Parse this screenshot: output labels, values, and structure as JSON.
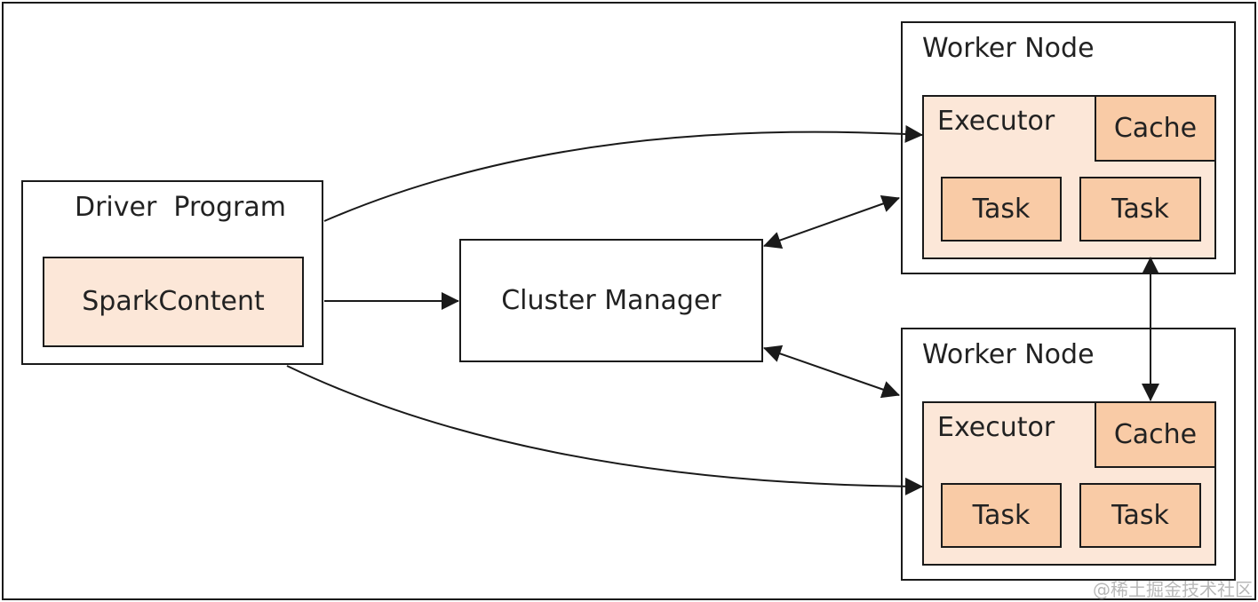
{
  "driver": {
    "title": "Driver  Program",
    "context_label": "SparkContent"
  },
  "cluster_manager": {
    "label": "Cluster Manager"
  },
  "workers": [
    {
      "title": "Worker Node",
      "executor_label": "Executor",
      "cache_label": "Cache",
      "tasks": [
        "Task",
        "Task"
      ]
    },
    {
      "title": "Worker Node",
      "executor_label": "Executor",
      "cache_label": "Cache",
      "tasks": [
        "Task",
        "Task"
      ]
    }
  ],
  "watermark": "@稀土掘金技术社区",
  "colors": {
    "light_fill": "#fce7d8",
    "mid_fill": "#f9cba6",
    "stroke": "#1a1a1a"
  }
}
